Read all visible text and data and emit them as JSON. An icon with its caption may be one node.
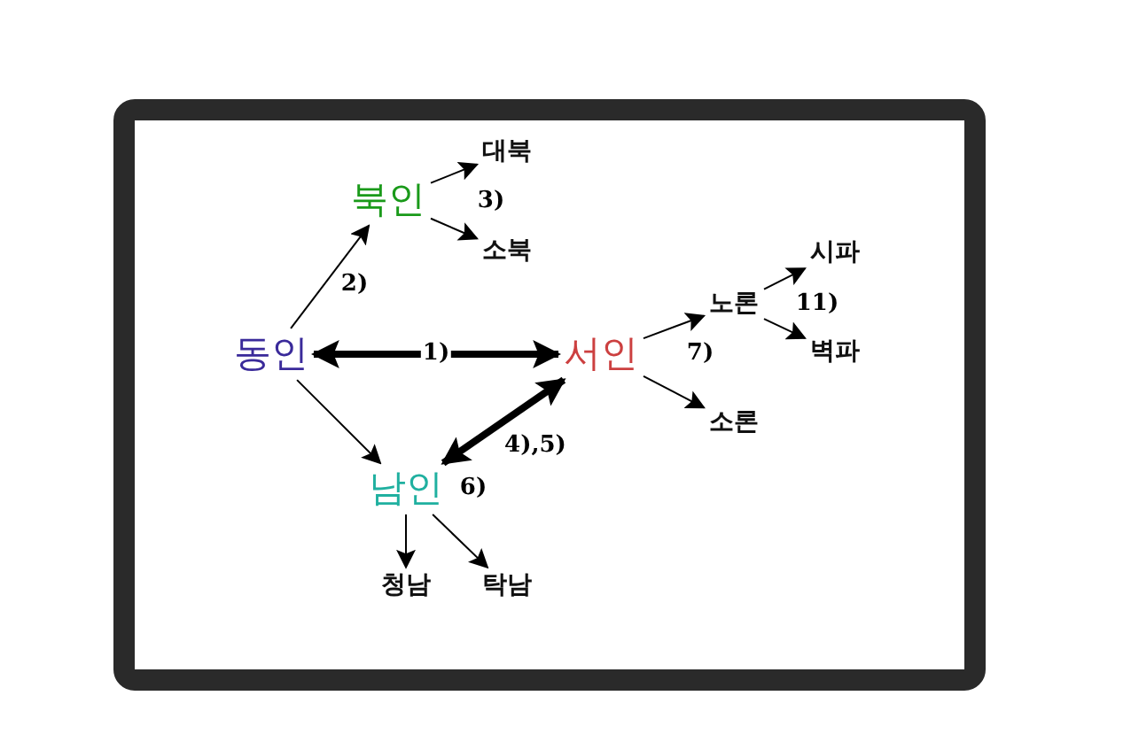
{
  "diagram": {
    "nodes": [
      {
        "text": [
          "동인"
        ]
      },
      {
        "text": [
          "북인"
        ]
      },
      {
        "text": [
          "대북"
        ]
      },
      {
        "text": [
          "소북"
        ]
      },
      {
        "text": [
          "서인"
        ]
      },
      {
        "text": [
          "남인"
        ]
      },
      {
        "text": [
          "청남"
        ]
      },
      {
        "text": [
          "탁남"
        ]
      },
      {
        "text": [
          "노론"
        ]
      },
      {
        "text": [
          "소론"
        ]
      },
      {
        "text": [
          "시파"
        ]
      },
      {
        "text": [
          "벽파"
        ]
      }
    ],
    "edges": [
      {
        "from": 0,
        "to": 4,
        "arrow": "both",
        "label": "1)",
        "style": "thick"
      },
      {
        "from": 0,
        "to": 1,
        "arrow": "to",
        "label": "2)"
      },
      {
        "from": 1,
        "to": 2,
        "arrow": "to"
      },
      {
        "from": 1,
        "to": 3,
        "arrow": "to"
      },
      {
        "from": 0,
        "to": 5,
        "arrow": "to"
      },
      {
        "from": 4,
        "to": 5,
        "arrow": "both",
        "label": "4),5)",
        "style": "thick"
      },
      {
        "from": 5,
        "to": 6,
        "arrow": "to"
      },
      {
        "from": 5,
        "to": 7,
        "arrow": "to"
      },
      {
        "from": 4,
        "to": 8,
        "arrow": "to"
      },
      {
        "from": 4,
        "to": 9,
        "arrow": "to"
      },
      {
        "from": 8,
        "to": 10,
        "arrow": "to"
      },
      {
        "from": 8,
        "to": 11,
        "arrow": "to"
      }
    ],
    "labels": [
      "3)",
      "11)",
      "7)",
      "6)"
    ]
  }
}
